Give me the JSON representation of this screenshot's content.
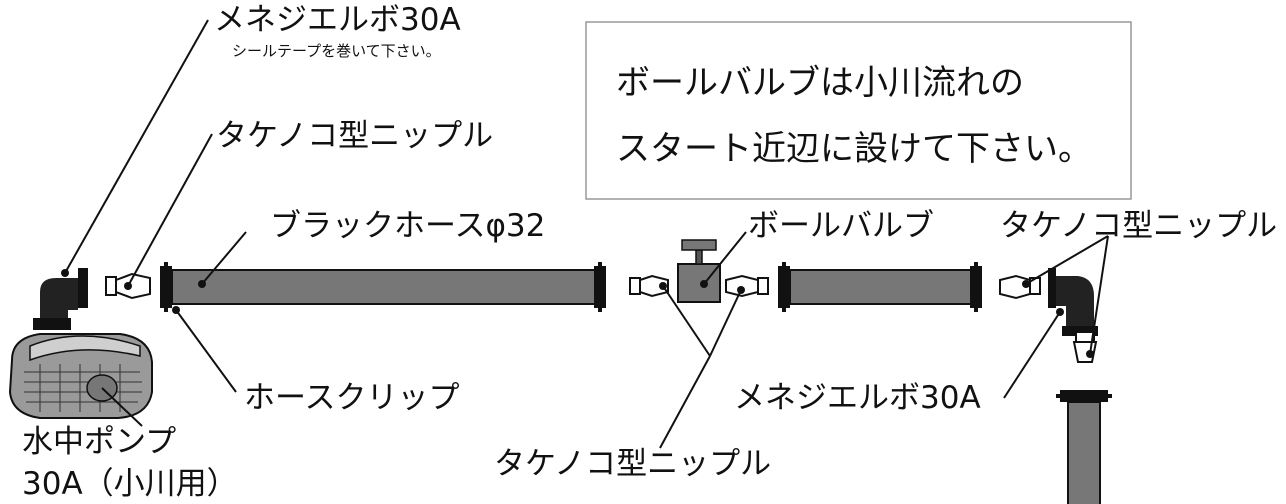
{
  "labels": {
    "elbow_top": "メネジエルボ30A",
    "elbow_top_note": "シールテープを巻いて下さい。",
    "nipple_top": "タケノコ型ニップル",
    "black_hose": "ブラックホースφ32",
    "ball_valve": "ボールバルブ",
    "nipple_right": "タケノコ型ニップル",
    "hose_clip": "ホースクリップ",
    "elbow_right": "メネジエルボ30A",
    "nipple_bottom": "タケノコ型ニップル",
    "pump_line1": "水中ポンプ",
    "pump_line2": "30A（小川用）"
  },
  "note_box": {
    "line1": "ボールバルブは小川流れの",
    "line2": "スタート近辺に設けて下さい。"
  },
  "colors": {
    "pipe": "#777777",
    "fitting": "#111111",
    "pump_body": "#9a9a9a",
    "box_border": "#999999"
  }
}
